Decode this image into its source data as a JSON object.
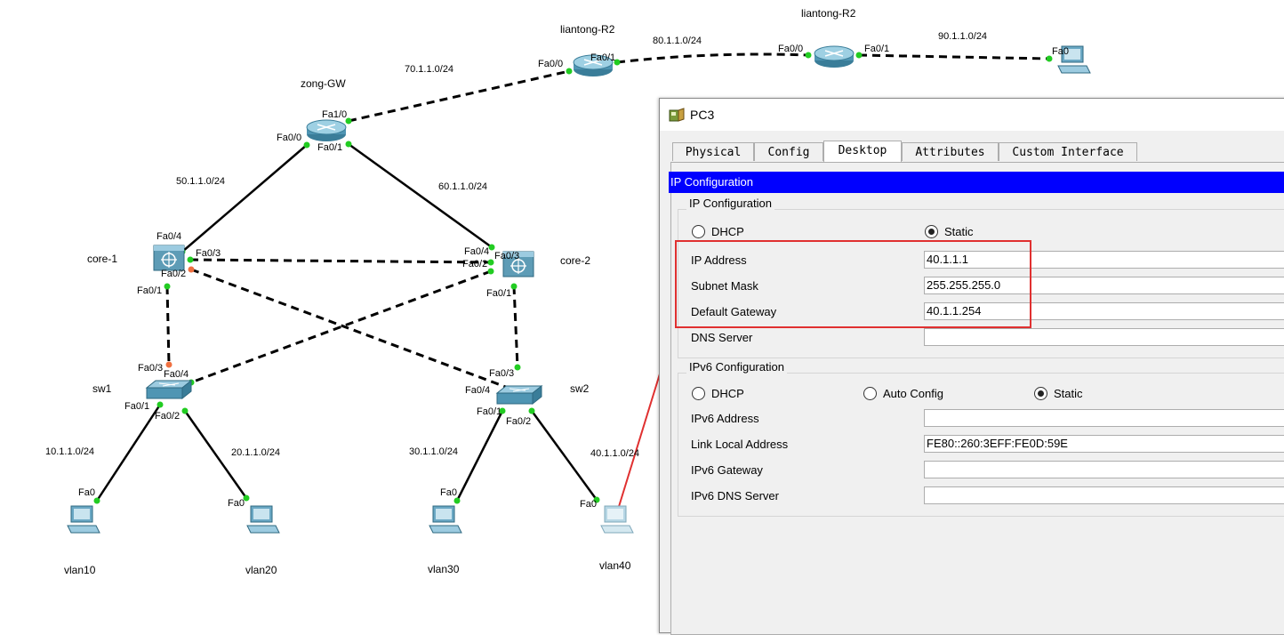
{
  "topology": {
    "subnets": {
      "s70": "70.1.1.0/24",
      "s80": "80.1.1.0/24",
      "s90": "90.1.1.0/24",
      "s50": "50.1.1.0/24",
      "s60": "60.1.1.0/24",
      "s10": "10.1.1.0/24",
      "s20": "20.1.1.0/24",
      "s30": "30.1.1.0/24",
      "s40": "40.1.1.0/24"
    },
    "devices": {
      "liantong_r2_a": "liantong-R2",
      "liantong_r2_b": "liantong-R2",
      "zong_gw": "zong-GW",
      "core1": "core-1",
      "core2": "core-2",
      "sw1": "sw1",
      "sw2": "sw2",
      "vlan10": "vlan10",
      "vlan20": "vlan20",
      "vlan30": "vlan30",
      "vlan40": "vlan40"
    },
    "ports": {
      "r2a_fa00": "Fa0/0",
      "r2a_fa01": "Fa0/1",
      "r2b_fa00": "Fa0/0",
      "r2b_fa01": "Fa0/1",
      "pc_top_fa0": "Fa0",
      "gw_fa10": "Fa1/0",
      "gw_fa00": "Fa0/0",
      "gw_fa01": "Fa0/1",
      "c1_fa04": "Fa0/4",
      "c1_fa03": "Fa0/3",
      "c1_fa02": "Fa0/2",
      "c1_fa01": "Fa0/1",
      "c2_fa04": "Fa0/4",
      "c2_fa03": "Fa0/3",
      "c2_fa02": "Fa0/2",
      "c2_fa01": "Fa0/1",
      "sw1_fa03": "Fa0/3",
      "sw1_fa04": "Fa0/4",
      "sw1_fa01": "Fa0/1",
      "sw1_fa02": "Fa0/2",
      "sw2_fa03": "Fa0/3",
      "sw2_fa04": "Fa0/4",
      "sw2_fa01": "Fa0/1",
      "sw2_fa02": "Fa0/2",
      "pc10_fa0": "Fa0",
      "pc20_fa0": "Fa0",
      "pc30_fa0": "Fa0",
      "pc40_fa0": "Fa0"
    }
  },
  "window": {
    "title": "PC3",
    "tabs": [
      {
        "label": "Physical"
      },
      {
        "label": "Config"
      },
      {
        "label": "Desktop"
      },
      {
        "label": "Attributes"
      },
      {
        "label": "Custom Interface"
      }
    ],
    "active_tab": "Desktop",
    "header": "IP Configuration",
    "ipv4": {
      "group_title": "IP Configuration",
      "dhcp_label": "DHCP",
      "static_label": "Static",
      "mode": "Static",
      "ip_label": "IP Address",
      "ip_value": "40.1.1.1",
      "mask_label": "Subnet Mask",
      "mask_value": "255.255.255.0",
      "gateway_label": "Default Gateway",
      "gateway_value": "40.1.1.254",
      "dns_label": "DNS Server",
      "dns_value": ""
    },
    "ipv6": {
      "group_title": "IPv6 Configuration",
      "dhcp_label": "DHCP",
      "auto_label": "Auto Config",
      "static_label": "Static",
      "mode": "Static",
      "addr_label": "IPv6 Address",
      "addr_value": "",
      "lla_label": "Link Local Address",
      "lla_value": "FE80::260:3EFF:FE0D:59E",
      "gw_label": "IPv6 Gateway",
      "gw_value": "",
      "dns_label": "IPv6 DNS Server",
      "dns_value": ""
    }
  },
  "colors": {
    "link_up": "#22cc22",
    "link_down": "#f07040",
    "annotation": "#e03030",
    "header_bg": "#0000ff"
  }
}
